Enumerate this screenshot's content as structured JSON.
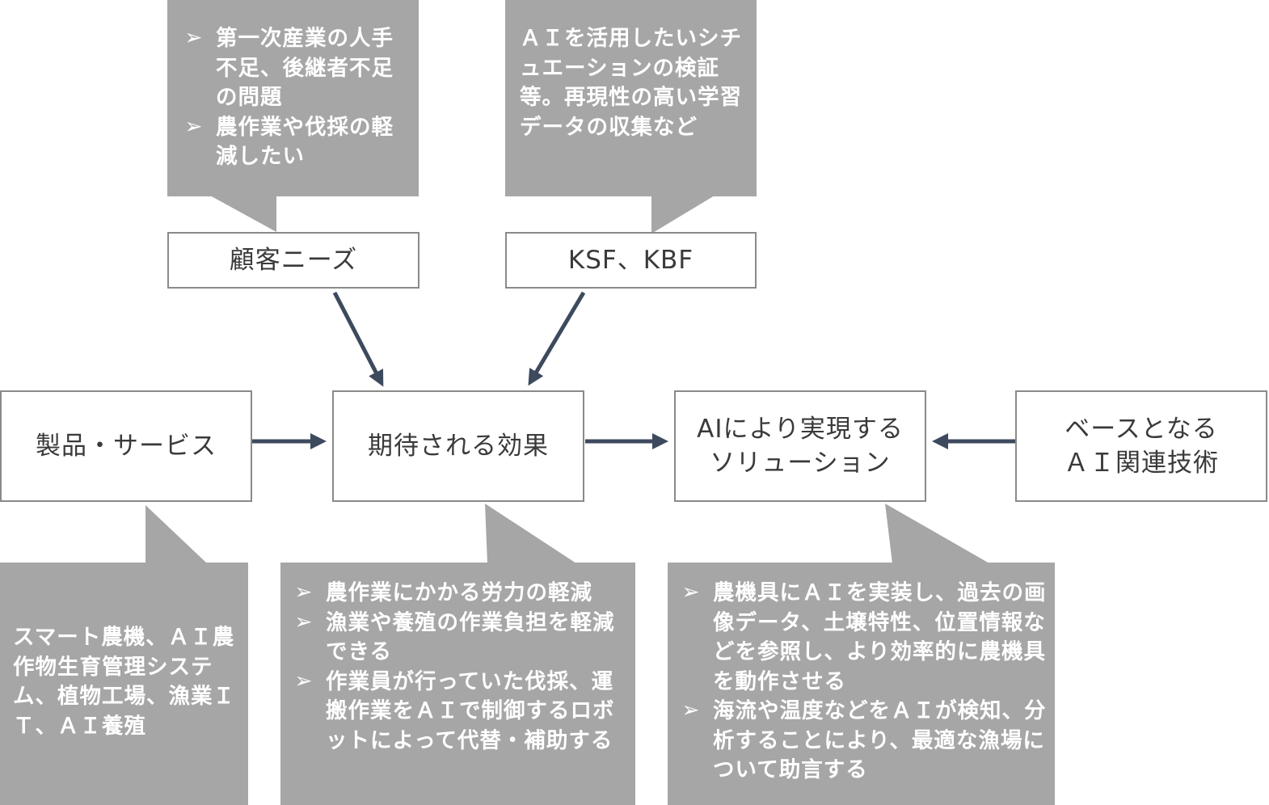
{
  "colors": {
    "arrow": "#3d4a5e",
    "callout_fill": "#a6a6a6",
    "box_border": "#8a8a8a",
    "box_text": "#3a3a3a"
  },
  "bullet_glyph": "➢",
  "boxes": {
    "customer_needs": "顧客ニーズ",
    "ksf_kbf": "KSF、KBF",
    "product_service": "製品・サービス",
    "expected_effect": "期待される効果",
    "ai_solution": "AIにより実現する\nソリューション",
    "base_ai_tech": "ベースとなる\nＡＩ関連技術"
  },
  "callouts": {
    "customer_needs": {
      "items": [
        "第一次産業の人手不足、後継者不足の問題",
        "農作業や伐採の軽減したい"
      ]
    },
    "ksf_kbf": {
      "text": "ＡＩを活用したいシチュエーションの検証等。再現性の高い学習データの収集など"
    },
    "product_service": {
      "text": "スマート農機、ＡＩ農作物生育管理システム、植物工場、漁業ＩＴ、ＡＩ養殖"
    },
    "expected_effect": {
      "items": [
        "農作業にかかる労力の軽減",
        "漁業や養殖の作業負担を軽減できる",
        "作業員が行っていた伐採、運搬作業をＡＩで制御するロボットによって代替・補助する"
      ]
    },
    "ai_solution": {
      "items": [
        "農機具にＡＩを実装し、過去の画像データ、土壌特性、位置情報などを参照し、より効率的に農機具を動作させる",
        "海流や温度などをＡＩが検知、分析することにより、最適な漁場について助言する"
      ]
    }
  }
}
